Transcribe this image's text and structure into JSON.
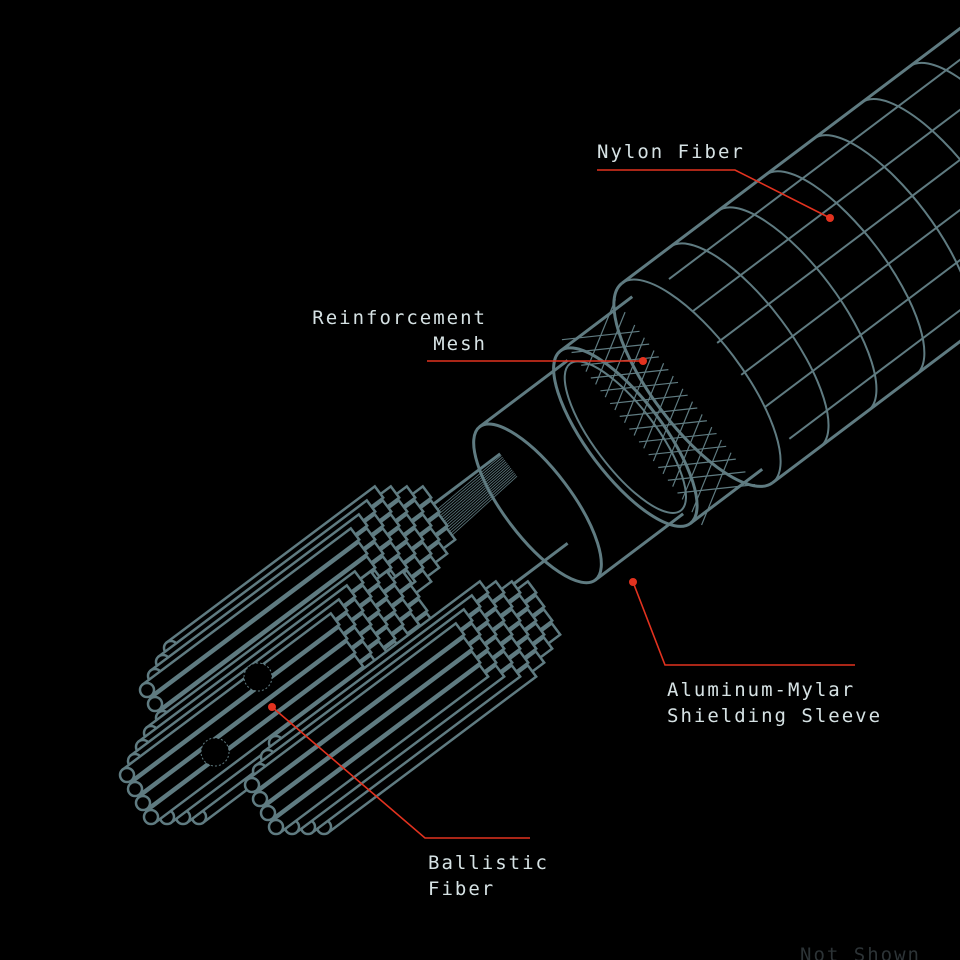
{
  "colors": {
    "stroke": "#5f7b81",
    "accent": "#e2321f",
    "text": "#d6e2e4",
    "background": "#000000"
  },
  "labels": {
    "nylon": "Nylon Fiber",
    "mesh_1": "Reinforcement",
    "mesh_2": "Mesh",
    "shield_1": "Aluminum-Mylar",
    "shield_2": "Shielding Sleeve",
    "ballistic_1": "Ballistic",
    "ballistic_2": "Fiber",
    "not_shown": "Not Shown"
  }
}
